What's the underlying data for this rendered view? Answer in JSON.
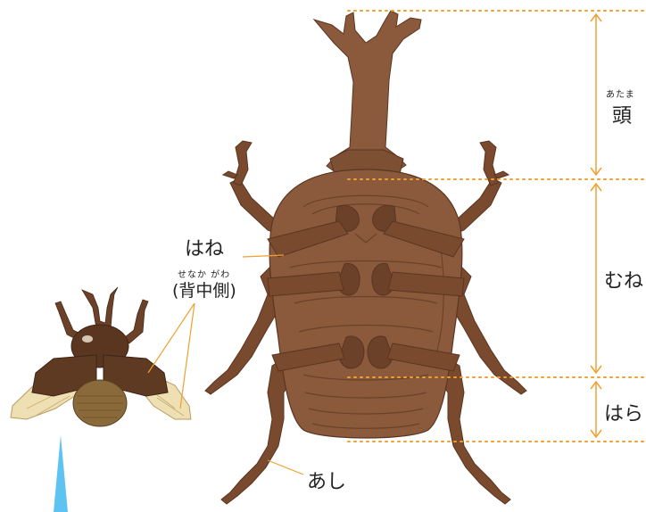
{
  "labels": {
    "head": {
      "ruby": "あたま",
      "text": "頭"
    },
    "thorax": "むね",
    "abdomen": "はら",
    "wings": {
      "text": "はね",
      "ruby": "せなか がわ",
      "note": "(背中側)"
    },
    "legs": "あし"
  },
  "colors": {
    "body": "#8b5a3c",
    "body_dark": "#6b4129",
    "legs": "#7a4a2e",
    "outline": "#5a3520",
    "guide": "#f0a030",
    "wing_membrane": "#efe0b4",
    "pointer": "#5ec3f0"
  }
}
